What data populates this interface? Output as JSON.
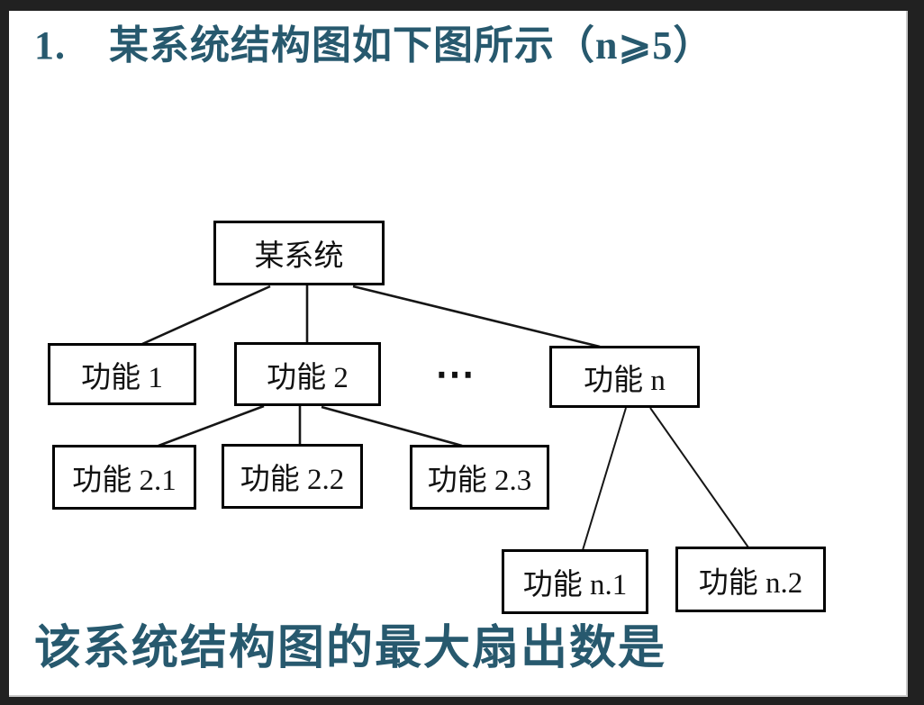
{
  "heading": {
    "number": "1.",
    "text": "某系统结构图如下图所示（n⩾5）"
  },
  "question": "该系统结构图的最大扇出数是",
  "diagram": {
    "type": "structure-chart-tree",
    "root": {
      "label": "某系统"
    },
    "ellipsis": "⋯",
    "level1": [
      {
        "label": "功能 1"
      },
      {
        "label": "功能 2"
      },
      {
        "label": "功能 n"
      }
    ],
    "children_of_f2": [
      {
        "label": "功能 2.1"
      },
      {
        "label": "功能 2.2"
      },
      {
        "label": "功能 2.3"
      }
    ],
    "children_of_fn": [
      {
        "label": "功能 n.1"
      },
      {
        "label": "功能 n.2"
      }
    ]
  },
  "colors": {
    "heading_text": "#27596e",
    "node_border": "#000000",
    "node_fill": "#ffffff",
    "connector": "#161616",
    "frame": "#212121",
    "canvas": "#ffffff"
  }
}
